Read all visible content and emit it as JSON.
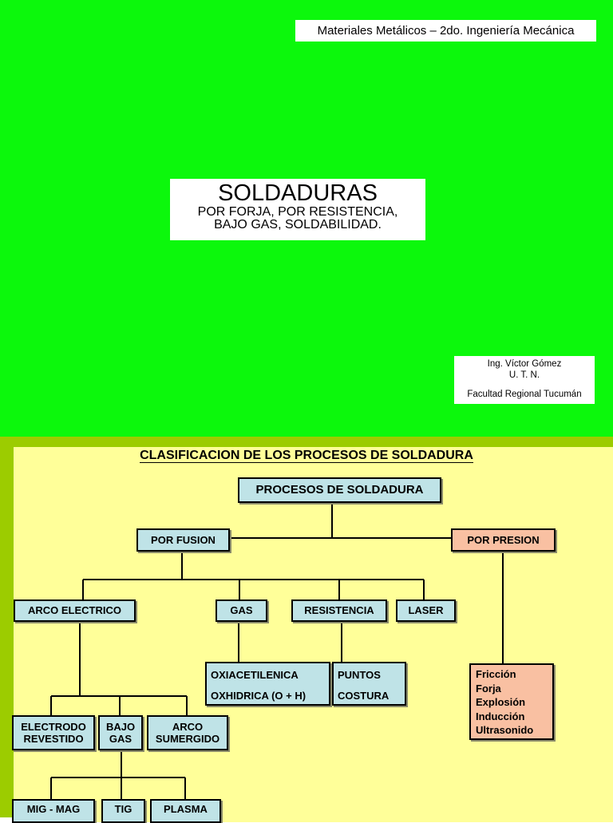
{
  "slide1": {
    "background_color": "#0cf80c",
    "course": "Materiales Metálicos – 2do. Ingeniería Mecánica",
    "title": "SOLDADURAS",
    "subtitle_line1": "POR FORJA, POR RESISTENCIA,",
    "subtitle_line2": "BAJO GAS, SOLDABILIDAD.",
    "author": {
      "name": "Ing. Víctor Gómez",
      "institution": "U. T. N.",
      "faculty": "Facultad Regional Tucumán"
    }
  },
  "slide2": {
    "border_color": "#9ccc00",
    "background_color": "#ffff99",
    "heading": "CLASIFICACION DE LOS PROCESOS DE SOLDADURA",
    "node_color": "#bfe3e7",
    "presion_color": "#f9c0a2",
    "nodes": {
      "procesos": "PROCESOS DE SOLDADURA",
      "por_fusion": "POR FUSION",
      "por_presion": "POR PRESION",
      "arco_electrico": "ARCO ELECTRICO",
      "gas": "GAS",
      "resistencia": "RESISTENCIA",
      "laser": "LASER",
      "gas_types": [
        "OXIACETILENICA",
        "OXHIDRICA (O + H)"
      ],
      "resistencia_types": [
        "PUNTOS",
        "COSTURA"
      ],
      "presion_types": [
        "Fricción",
        "Forja",
        "Explosión",
        "Inducción",
        "Ultrasonido"
      ],
      "electrodo_revestido": [
        "ELECTRODO",
        "REVESTIDO"
      ],
      "bajo_gas": [
        "BAJO",
        "GAS"
      ],
      "arco_sumergido": [
        "ARCO",
        "SUMERGIDO"
      ],
      "mig_mag": "MIG - MAG",
      "tig": "TIG",
      "plasma": "PLASMA"
    }
  }
}
